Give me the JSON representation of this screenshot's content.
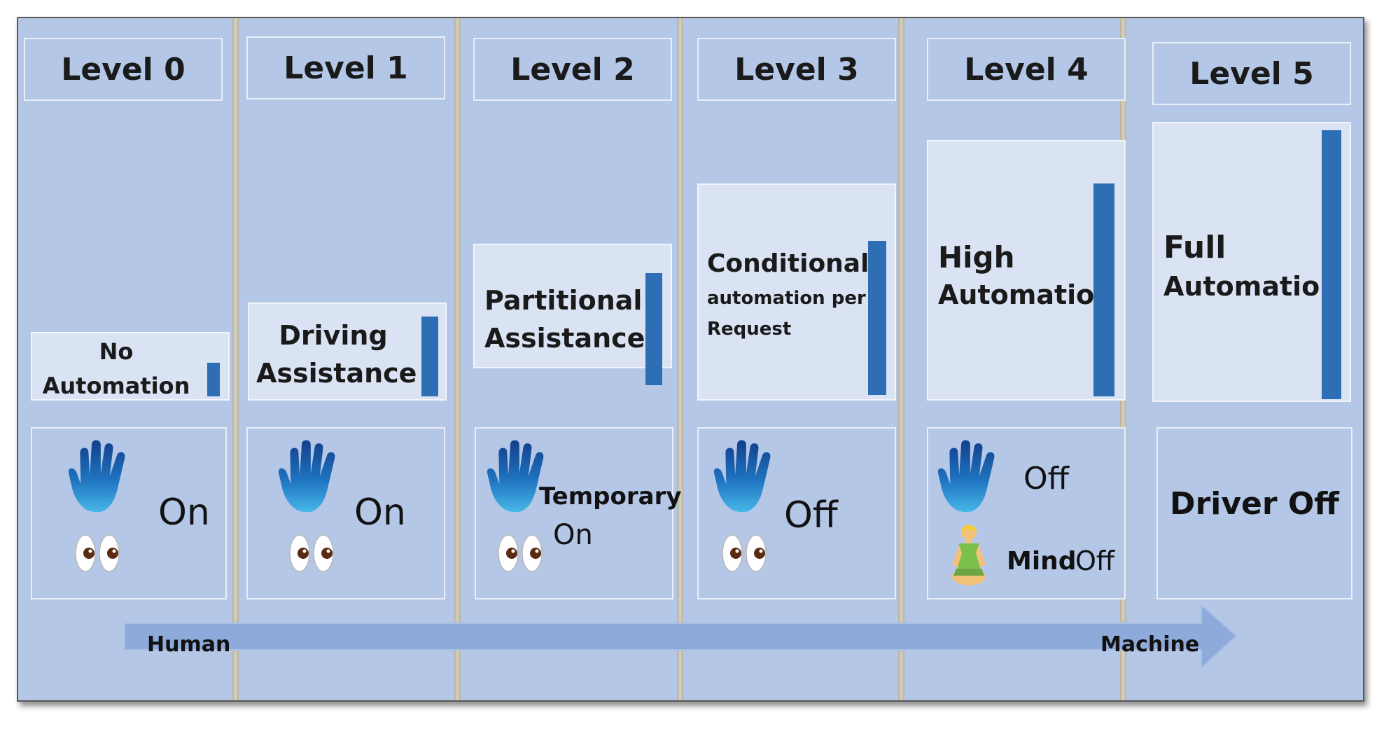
{
  "levels": [
    {
      "label": "Level 0",
      "description": [
        "No",
        "Automation"
      ],
      "status": "On",
      "automation_fraction": 0.08
    },
    {
      "label": "Level 1",
      "description": [
        "Driving",
        "Assistance"
      ],
      "status": "On",
      "automation_fraction": 0.22
    },
    {
      "label": "Level 2",
      "description": [
        "Partitional",
        "Assistance"
      ],
      "status_line1": "Temporary",
      "status_line2": "On",
      "automation_fraction": 0.4
    },
    {
      "label": "Level 3",
      "description_line1": "Conditional",
      "description_line2": "automation per",
      "description_line3": "Request",
      "status": "Off",
      "automation_fraction": 0.58
    },
    {
      "label": "Level 4",
      "description": [
        "High",
        "Automation"
      ],
      "status": "Off",
      "mind_label": "Mind",
      "mind_status": "Off",
      "automation_fraction": 0.76
    },
    {
      "label": "Level 5",
      "description": [
        "Full",
        "Automation"
      ],
      "status": "Driver Off",
      "automation_fraction": 1.0
    }
  ],
  "arrow": {
    "start_label": "Human",
    "end_label": "Machine"
  },
  "colors": {
    "background": "#b4c7e7",
    "description_box": "#dae3f3",
    "bar": "#2e6eb5",
    "arrow": "#8eaadb",
    "hand": "#2a86c9"
  },
  "icons": {
    "hand": "hand-icon",
    "eyes": "eyes-icon",
    "mind": "meditating-person-icon"
  }
}
